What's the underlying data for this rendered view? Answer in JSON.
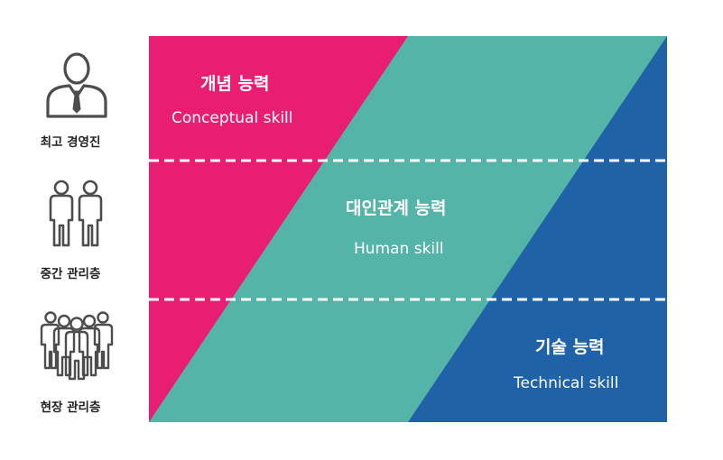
{
  "colors": {
    "conceptual": "#E91E73",
    "human": "#55B4A8",
    "technical": "#1F62A8",
    "icon": "#4d4d4d",
    "divider": "#ffffff"
  },
  "levels": [
    {
      "label": "최고 경영진",
      "icon": "single-person-icon"
    },
    {
      "label": "중간 관리층",
      "icon": "two-people-icon"
    },
    {
      "label": "현장 관리층",
      "icon": "group-people-icon"
    }
  ],
  "skills": {
    "conceptual": {
      "ko": "개념 능력",
      "en": "Conceptual skill"
    },
    "human": {
      "ko": "대인관계 능력",
      "en": "Human skill"
    },
    "technical": {
      "ko": "기술 능력",
      "en": "Technical skill"
    }
  }
}
